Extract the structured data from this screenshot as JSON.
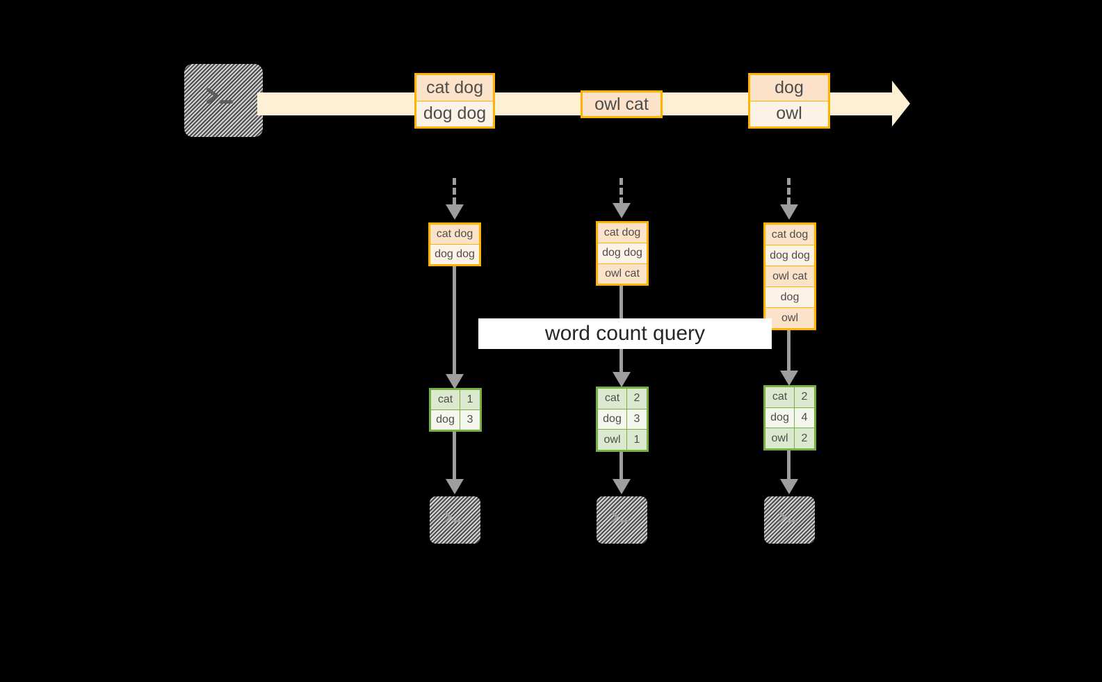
{
  "diagram": {
    "title": "word count query",
    "colors": {
      "stream_band": "#fdf0d5",
      "record_border": "#ffb300",
      "record_fill_light": "#fdf2e6",
      "record_fill_shade": "#fce2c8",
      "result_border": "#76b043",
      "result_fill_light": "#f3f7ee",
      "result_fill_shade": "#dde9cf",
      "connector": "#9e9e9e",
      "terminal_fill": "#808080",
      "background": "#000000",
      "label_band": "#ffffff"
    },
    "source": {
      "icon": "terminal-icon",
      "glyph": ">_"
    },
    "stream": {
      "direction": "left-to-right",
      "arrow_icon": "arrow-right-icon",
      "events": [
        {
          "lines": [
            "cat dog",
            "dog dog"
          ]
        },
        {
          "lines": [
            "owl cat"
          ]
        },
        {
          "lines": [
            "dog",
            "owl"
          ]
        }
      ]
    },
    "snapshots": [
      {
        "ingest_arrow_icon": "arrow-down-dashed-icon",
        "input": {
          "lines": [
            "cat dog",
            "dog dog"
          ]
        },
        "query_arrow_icon": "arrow-down-icon",
        "result": {
          "rows": [
            {
              "word": "cat",
              "count": "1"
            },
            {
              "word": "dog",
              "count": "3"
            }
          ]
        },
        "output_arrow_icon": "arrow-down-icon",
        "sink": {
          "icon": "terminal-icon",
          "glyph": ">_"
        }
      },
      {
        "ingest_arrow_icon": "arrow-down-dashed-icon",
        "input": {
          "lines": [
            "cat dog",
            "dog dog",
            "owl cat"
          ]
        },
        "query_arrow_icon": "arrow-down-icon",
        "result": {
          "rows": [
            {
              "word": "cat",
              "count": "2"
            },
            {
              "word": "dog",
              "count": "3"
            },
            {
              "word": "owl",
              "count": "1"
            }
          ]
        },
        "output_arrow_icon": "arrow-down-icon",
        "sink": {
          "icon": "terminal-icon",
          "glyph": ">_"
        }
      },
      {
        "ingest_arrow_icon": "arrow-down-dashed-icon",
        "input": {
          "lines": [
            "cat dog",
            "dog dog",
            "owl cat",
            "dog",
            "owl"
          ]
        },
        "query_arrow_icon": "arrow-down-icon",
        "result": {
          "rows": [
            {
              "word": "cat",
              "count": "2"
            },
            {
              "word": "dog",
              "count": "4"
            },
            {
              "word": "owl",
              "count": "2"
            }
          ]
        },
        "output_arrow_icon": "arrow-down-icon",
        "sink": {
          "icon": "terminal-icon",
          "glyph": ">_"
        }
      }
    ]
  }
}
